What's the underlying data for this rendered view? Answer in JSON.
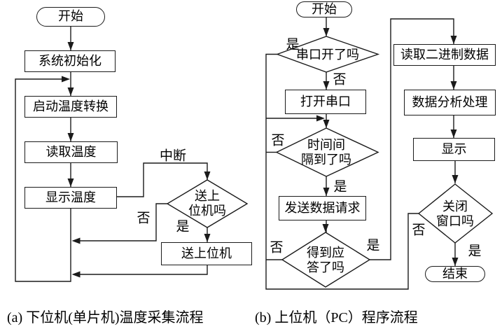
{
  "figure": {
    "background": "#ffffff",
    "line_color": "#1b1b1b",
    "text_color": "#000000"
  },
  "captions": {
    "a": "(a) 下位机(单片机)温度采集流程",
    "b": "(b) 上位机（PC）程序流程"
  },
  "chart_a": {
    "nodes": {
      "start": "开始",
      "init": "系统初始化",
      "convert": "启动温度转换",
      "read": "读取温度",
      "display": "显示温度",
      "send_query": "送上\n位机吗",
      "send": "送上位机"
    },
    "labels": {
      "interrupt": "中断",
      "no": "否",
      "yes": "是"
    }
  },
  "chart_b": {
    "nodes": {
      "start": "开始",
      "port_open_query": "串口开了吗",
      "open_port": "打开串口",
      "interval_query": "时间间\n隔到了吗",
      "send_request": "发送数据请求",
      "response_query": "得到应\n答了吗",
      "read_binary": "读取二进制数据",
      "analyze": "数据分析处理",
      "display": "显示",
      "close_query": "关闭\n窗口吗",
      "end": "结束"
    },
    "labels": {
      "yes_port": "是",
      "no_port": "否",
      "no_interval": "否",
      "yes_interval": "是",
      "no_response": "否",
      "yes_response": "是",
      "no_close": "否",
      "yes_close": "是"
    }
  }
}
